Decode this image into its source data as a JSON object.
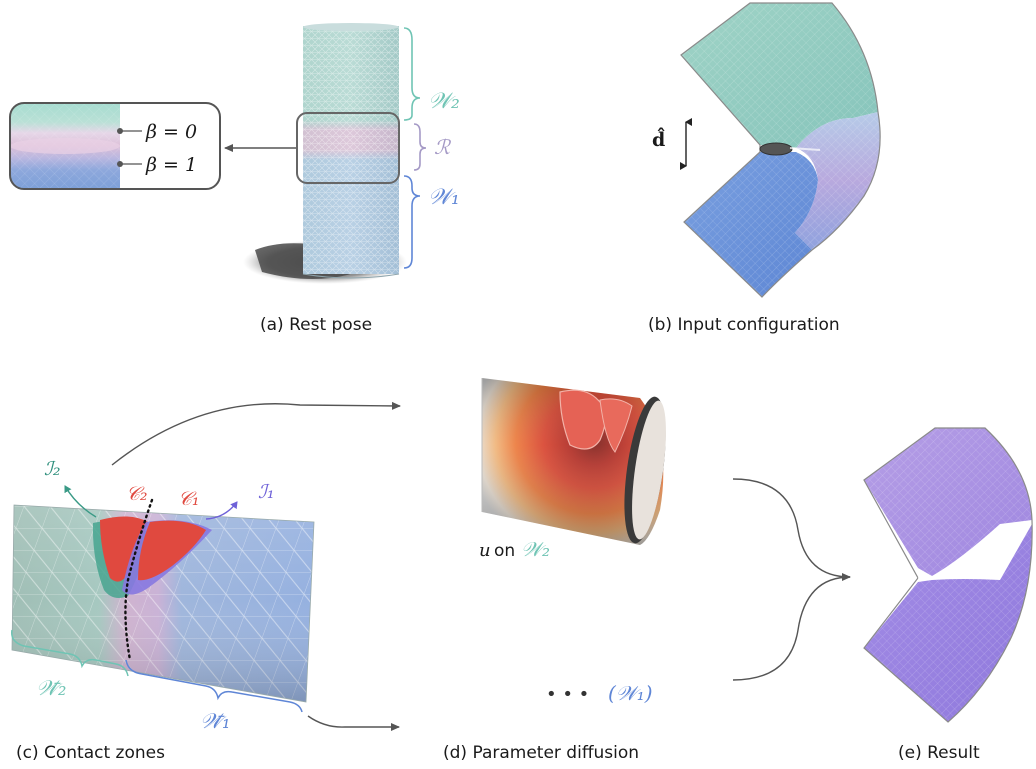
{
  "captions": {
    "a": "(a) Rest pose",
    "b": "(b) Input configuration",
    "c": "(c) Contact zones",
    "d": "(d) Parameter diffusion",
    "e": "(e) Result"
  },
  "panel_a": {
    "W2": "𝒲₂",
    "R": "ℛ",
    "W1": "𝒲₁",
    "beta0": "β = 0",
    "beta1": "β = 1"
  },
  "panel_b": {
    "d_hat": "d̂"
  },
  "panel_c": {
    "I2": "ℐ₂",
    "C2": "𝒞₂",
    "C1": "𝒞₁",
    "I1": "ℐ₁",
    "W2bar": "𝒲̄₂",
    "W1bar": "𝒲̄₁"
  },
  "panel_d": {
    "u": "u",
    "on": "on",
    "W2": "𝒲₂",
    "dots": "• • •",
    "W1": "(𝒲₁)"
  },
  "colors": {
    "teal": "#6fc4b4",
    "blue": "#5f86d6",
    "purple": "#9a86c8",
    "red": "#e0493f",
    "violet": "#9f8ae6"
  }
}
